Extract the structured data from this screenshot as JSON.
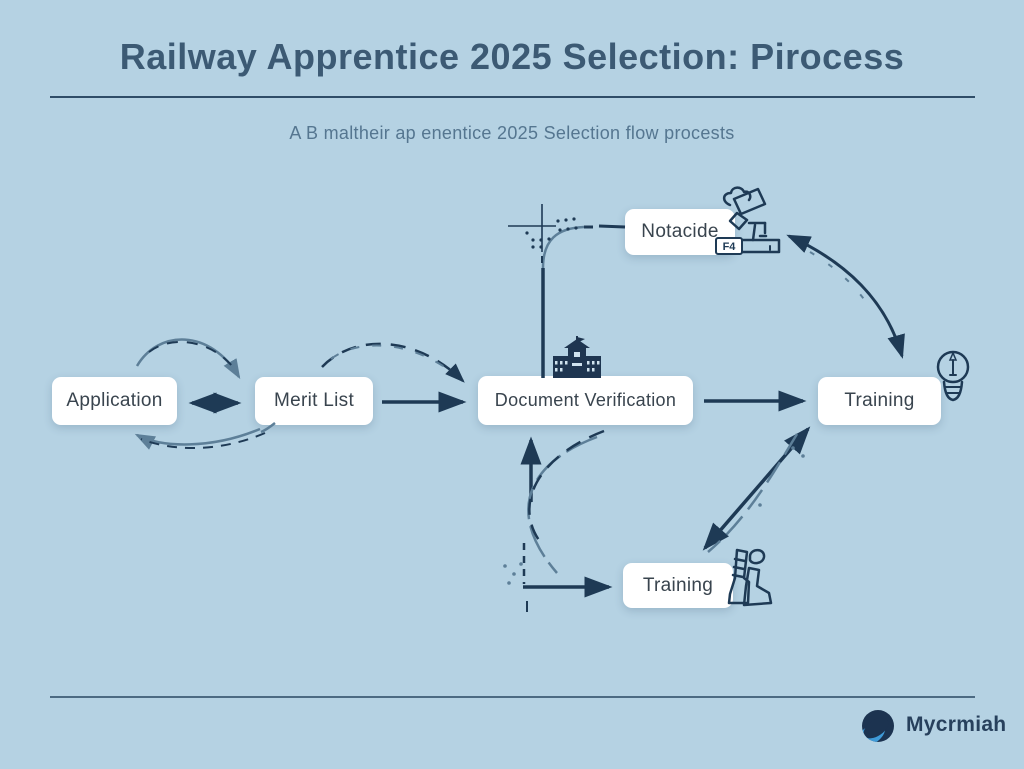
{
  "page": {
    "title": "Railway Apprentice 2025 Selection: Pirocess",
    "subtitle": "A B maltheir ap enentice 2025 Selection flow procests"
  },
  "flow": {
    "nodes": [
      {
        "id": "application",
        "label": "Application"
      },
      {
        "id": "merit-list",
        "label": "Merit List"
      },
      {
        "id": "document-verification",
        "label": "Document Verification"
      },
      {
        "id": "training-right",
        "label": "Training"
      },
      {
        "id": "notacide",
        "label": "Notacide"
      },
      {
        "id": "training-bottom",
        "label": "Training"
      }
    ],
    "badge": "F4",
    "icons": [
      "stamp-hand-icon",
      "building-icon",
      "lightbulb-pencil-icon",
      "boots-icon"
    ]
  },
  "footer": {
    "brand": "Mycrmiah"
  },
  "colors": {
    "background": "#b5d2e3",
    "ink": "#1e3a55",
    "sketch": "#5d7f98",
    "logo_accent": "#3f9bd8"
  }
}
